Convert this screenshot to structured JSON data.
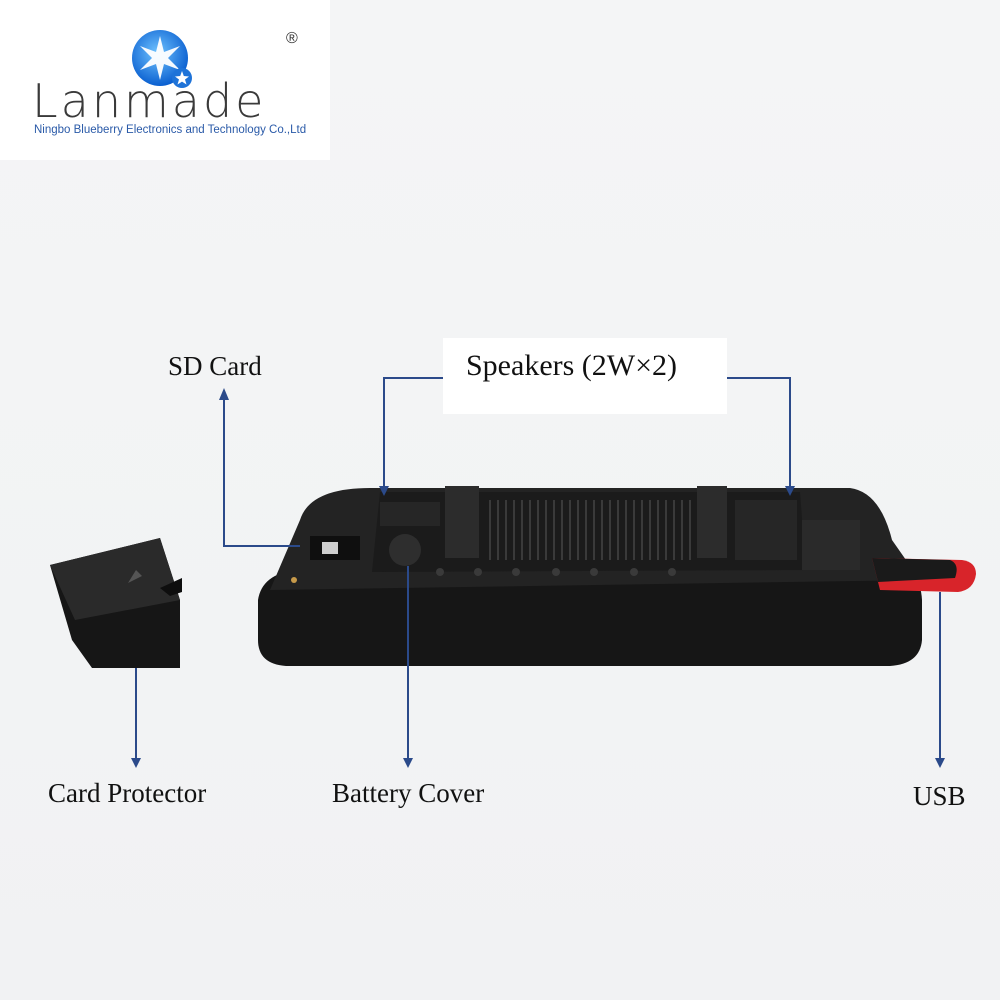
{
  "logo": {
    "brand": "Lanmade",
    "company": "Ningbo Blueberry Electronics and Technology Co.,Ltd",
    "registered_mark": "®",
    "icon": "star-globe-icon"
  },
  "callouts": {
    "sd_card": "SD Card",
    "speakers": "Speakers (2W×2)",
    "card_protector": "Card Protector",
    "battery_cover": "Battery Cover",
    "usb": "USB"
  },
  "colors": {
    "callout_line": "#2b4a8a",
    "device_body": "#1c1c1c",
    "usb_accent": "#d8242a",
    "logo_blue": "#1e73d8"
  }
}
